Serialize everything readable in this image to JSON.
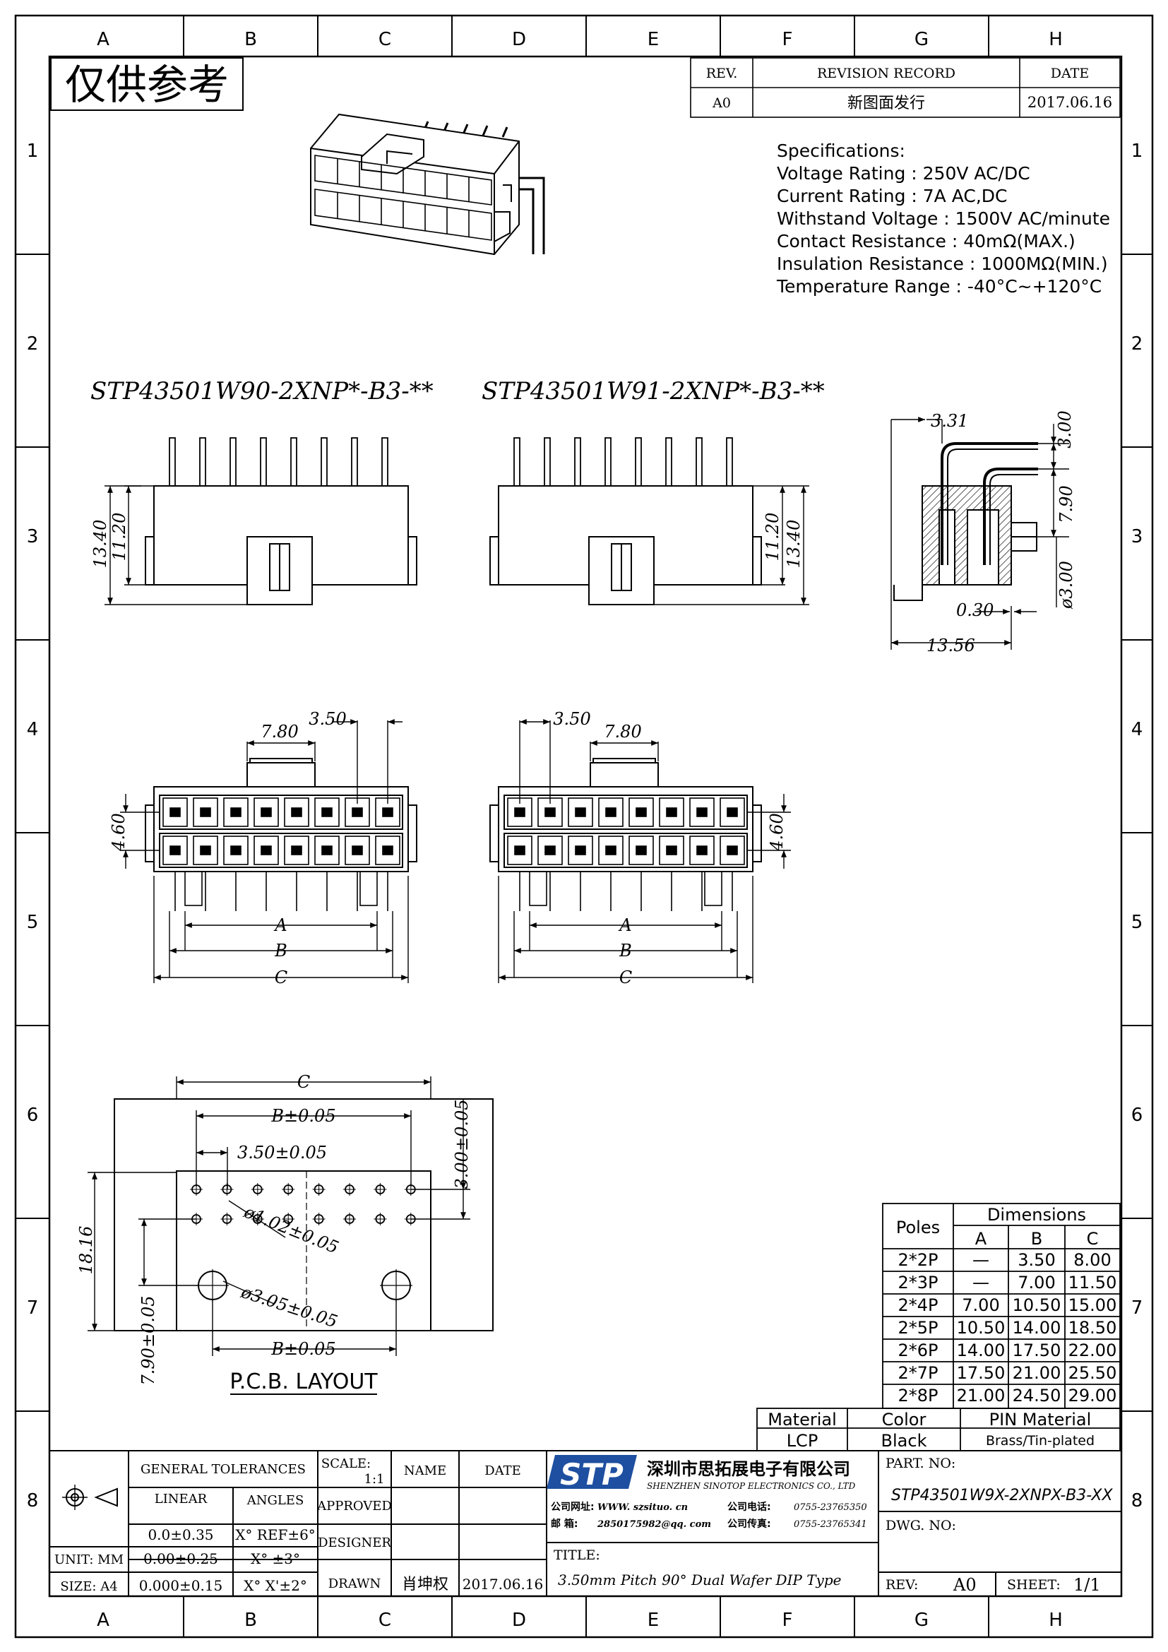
{
  "grid": {
    "columns": [
      "A",
      "B",
      "C",
      "D",
      "E",
      "F",
      "G",
      "H"
    ],
    "rows": [
      "1",
      "2",
      "3",
      "4",
      "5",
      "6",
      "7",
      "8"
    ]
  },
  "watermark": "仅供参考",
  "revision": {
    "header_rev": "REV.",
    "header_record": "REVISION RECORD",
    "header_date": "DATE",
    "rev": "A0",
    "record": "新图面发行",
    "date": "2017.06.16"
  },
  "specifications": {
    "title": "Specifications:",
    "lines": [
      "Voltage  Rating  :  250V  AC/DC",
      "Current  Rating  :  7A  AC,DC",
      "Withstand  Voltage  :  1500V  AC/minute",
      "Contact  Resistance  :  40mΩ(MAX.)",
      "Insulation  Resistance  :  1000MΩ(MIN.)",
      "Temperature  Range  :  -40°C~+120°C"
    ]
  },
  "part_labels": {
    "left": "STP43501W90-2XNP*-B3-**",
    "right": "STP43501W91-2XNP*-B3-**"
  },
  "dims": {
    "d_13_40": "13.40",
    "d_11_20": "11.20",
    "d_3_31": "3.31",
    "d_3_00": "3.00",
    "d_7_90": "7.90",
    "d_dia_3_00": "ø3.00",
    "d_0_30": "0.30",
    "d_13_56": "13.56",
    "d_7_80": "7.80",
    "d_3_50": "3.50",
    "d_4_60": "4.60",
    "A": "A",
    "B": "B",
    "C": "C"
  },
  "pcb": {
    "C": "C",
    "B_tol": "B±0.05",
    "pitch": "3.50±0.05",
    "row_gap": "3.00±0.05",
    "height": "18.16",
    "hole": "ø1.02±0.05",
    "peg": "ø3.05±0.05",
    "offset": "7.90±0.05",
    "B_tol_bottom": "B±0.05",
    "title": "P.C.B.  LAYOUT"
  },
  "dimension_table": {
    "poles_header": "Poles",
    "dims_header": "Dimensions",
    "col_headers": [
      "A",
      "B",
      "C"
    ],
    "rows": [
      {
        "poles": "2*2P",
        "a": "—",
        "b": "3.50",
        "c": "8.00"
      },
      {
        "poles": "2*3P",
        "a": "—",
        "b": "7.00",
        "c": "11.50"
      },
      {
        "poles": "2*4P",
        "a": "7.00",
        "b": "10.50",
        "c": "15.00"
      },
      {
        "poles": "2*5P",
        "a": "10.50",
        "b": "14.00",
        "c": "18.50"
      },
      {
        "poles": "2*6P",
        "a": "14.00",
        "b": "17.50",
        "c": "22.00"
      },
      {
        "poles": "2*7P",
        "a": "17.50",
        "b": "21.00",
        "c": "25.50"
      },
      {
        "poles": "2*8P",
        "a": "21.00",
        "b": "24.50",
        "c": "29.00"
      }
    ]
  },
  "material": {
    "h_material": "Material",
    "h_color": "Color",
    "h_pin": "PIN  Material",
    "material": "LCP",
    "color": "Black",
    "pin": "Brass/Tin-plated"
  },
  "title_block": {
    "general_tolerances": "GENERAL  TOLERANCES",
    "linear": "LINEAR",
    "angles": "ANGLES",
    "lin1": "0.0±0.35",
    "ang1": "X° REF±6°",
    "lin2": "0.00±0.25",
    "ang2": "X° ±3°",
    "lin3": "0.000±0.15",
    "ang3": "X° X'±2°",
    "unit": "UNIT: MM",
    "size": "SIZE: A4",
    "scale_label": "SCALE:",
    "scale": "1:1",
    "name": "NAME",
    "date": "DATE",
    "approved": "APPROVED",
    "designer": "DESIGNER",
    "drawn": "DRAWN",
    "drawn_name": "肖坤权",
    "drawn_date": "2017.06.16",
    "company_logo": "STP",
    "company_cn": "深圳市思拓展电子有限公司",
    "company_en": "SHENZHEN SINOTOP ELECTRONICS CO., LTD",
    "web_label": "公司网址:",
    "web": "WWW. szsituo. cn",
    "tel_label": "公司电话:",
    "tel": "0755-23765350",
    "mail_label": "邮    箱:",
    "mail": "2850175982@qq. com",
    "fax_label": "公司传真:",
    "fax": "0755-23765341",
    "title_label": "TITLE:",
    "title": "3.50mm Pitch 90° Dual Wafer DIP Type",
    "part_no_label": "PART. NO:",
    "part_no": "STP43501W9X-2XNPX-B3-XX",
    "dwg_no_label": "DWG. NO:",
    "rev_label": "REV:",
    "rev": "A0",
    "sheet_label": "SHEET:",
    "sheet": "1/1"
  }
}
